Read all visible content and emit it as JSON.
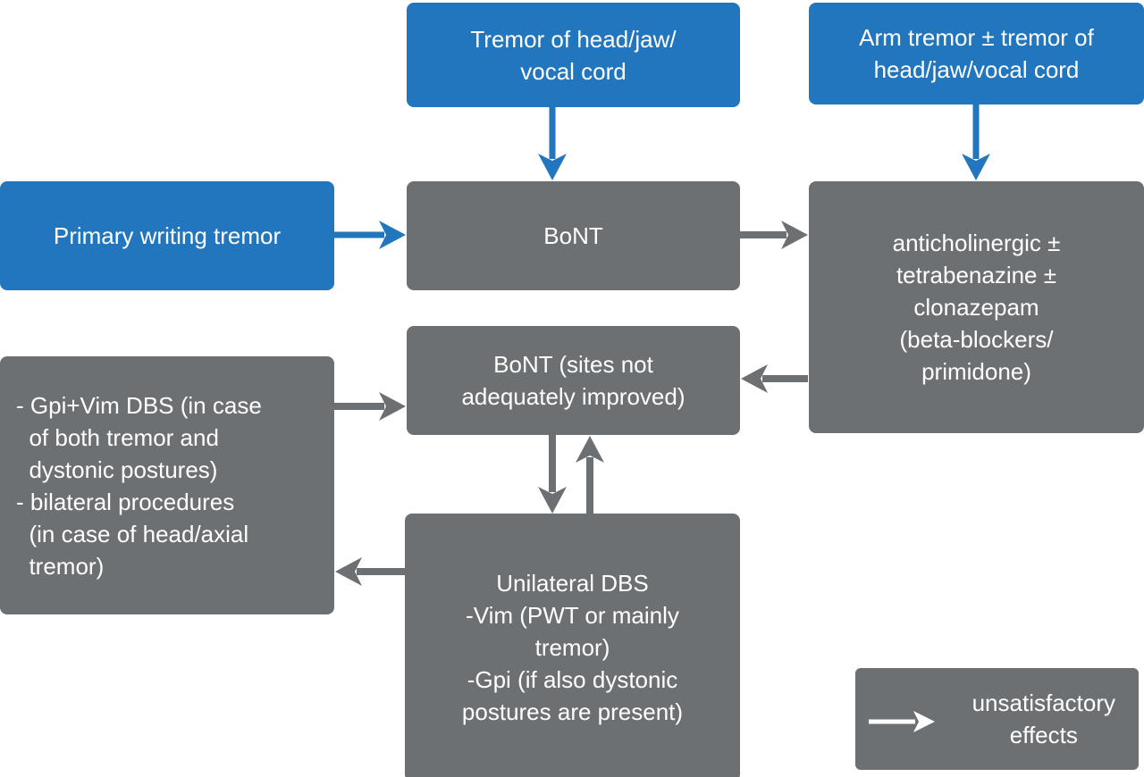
{
  "colors": {
    "blue": "#2176bd",
    "gray": "#6d7073",
    "text": "#ffffff",
    "background": "#ffffff"
  },
  "nodes": {
    "tremor_head_jaw_vocal": {
      "label": "Tremor of head/jaw/\nvocal cord",
      "variant": "blue"
    },
    "arm_tremor": {
      "label": "Arm tremor ± tremor of\nhead/jaw/vocal cord",
      "variant": "blue"
    },
    "primary_writing_tremor": {
      "label": "Primary writing tremor",
      "variant": "blue"
    },
    "bont": {
      "label": "BoNT",
      "variant": "gray"
    },
    "anticholinergic": {
      "label": "anticholinergic ±\ntetrabenazine ±\nclonazepam\n(beta-blockers/\nprimidone)",
      "variant": "gray"
    },
    "bont_sites": {
      "label": "BoNT (sites not\nadequately improved)",
      "variant": "gray"
    },
    "dbs_options": {
      "label": "- Gpi+Vim DBS (in case\n  of both tremor and\n  dystonic postures)\n- bilateral procedures\n  (in case of head/axial\n  tremor)",
      "variant": "gray"
    },
    "unilateral_dbs": {
      "label": "Unilateral DBS\n-Vim (PWT or mainly\ntremor)\n-Gpi (if also dystonic\npostures are present)",
      "variant": "gray"
    }
  },
  "edges": [
    {
      "from": "tremor_head_jaw_vocal",
      "to": "bont",
      "color": "blue",
      "direction": "down"
    },
    {
      "from": "arm_tremor",
      "to": "anticholinergic",
      "color": "blue",
      "direction": "down"
    },
    {
      "from": "primary_writing_tremor",
      "to": "bont",
      "color": "blue",
      "direction": "right"
    },
    {
      "from": "bont",
      "to": "anticholinergic",
      "color": "gray",
      "direction": "right"
    },
    {
      "from": "anticholinergic",
      "to": "bont_sites",
      "color": "gray",
      "direction": "left"
    },
    {
      "from": "dbs_options",
      "to": "bont_sites",
      "color": "gray",
      "direction": "right"
    },
    {
      "from": "bont_sites",
      "to": "unilateral_dbs",
      "color": "gray",
      "direction": "down"
    },
    {
      "from": "unilateral_dbs",
      "to": "bont_sites",
      "color": "gray",
      "direction": "up"
    },
    {
      "from": "unilateral_dbs",
      "to": "dbs_options",
      "color": "gray",
      "direction": "left"
    }
  ],
  "legend": {
    "label": "unsatisfactory\neffects"
  }
}
